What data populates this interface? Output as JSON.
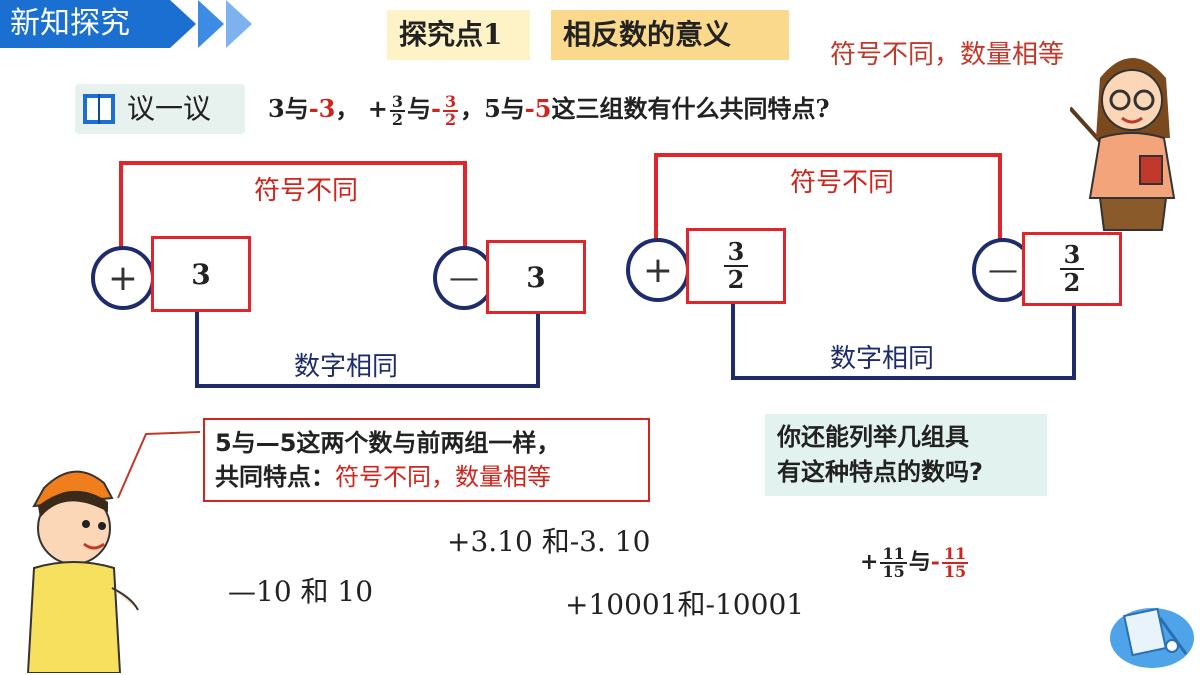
{
  "banner": {
    "title": "新知探究"
  },
  "tags": {
    "point": "探究点1",
    "topic": "相反数的意义"
  },
  "top_note": "符号不同，数量相等",
  "discussion": {
    "label": "议一议",
    "q_3": "3",
    "q_and1": "与",
    "q_neg3": "-3",
    "q_comma1": "，",
    "q_plus": "+",
    "q_frac_num": "3",
    "q_frac_den": "2",
    "q_and2": "与",
    "q_neg": "-",
    "q_frac2_num": "3",
    "q_frac2_den": "2",
    "q_comma2": "，",
    "q_5": "5",
    "q_and3": "与",
    "q_neg5": "-5",
    "q_tail": "这三组数有什么共同特点?"
  },
  "diagram1": {
    "top_label": "符号不同",
    "bottom_label": "数字相同",
    "plus_sign": "+",
    "minus_sign": "—",
    "left_value": "3",
    "right_value": "3"
  },
  "diagram2": {
    "top_label": "符号不同",
    "bottom_label": "数字相同",
    "plus_sign": "+",
    "minus_sign": "—",
    "left_num": "3",
    "left_den": "2",
    "right_num": "3",
    "right_den": "2"
  },
  "note_left": {
    "line1": "5与—5这两个数与前两组一样，",
    "line2_prefix": "共同特点：",
    "line2_red": "符号不同，数量相等"
  },
  "note_right": {
    "line1": "你还能列举几组具",
    "line2": "有这种特点的数吗?"
  },
  "examples": {
    "ex1": "+3.10 和-3. 10",
    "ex2": "—10 和 10",
    "ex3": "+10001和-10001",
    "ex4_plus": "+",
    "ex4_num": "11",
    "ex4_den": "15",
    "ex4_and": "与",
    "ex4_neg": "-",
    "ex4_num2": "11",
    "ex4_den2": "15"
  },
  "colors": {
    "banner": "#1a6fd1",
    "red": "#d0241d",
    "navy": "#1e2c6b"
  }
}
